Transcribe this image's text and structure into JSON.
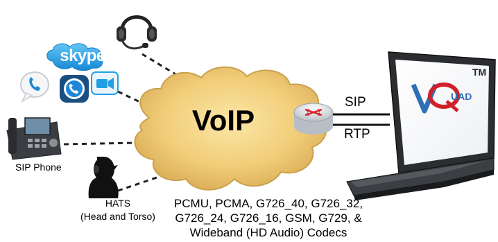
{
  "cloud": {
    "label": "VoIP"
  },
  "skype": {
    "logo_text": "skype"
  },
  "sip_phone": {
    "label": "SIP Phone"
  },
  "hats": {
    "label": "HATS",
    "sublabel": "(Head and Torso)"
  },
  "links": {
    "sip": "SIP",
    "rtp": "RTP"
  },
  "laptop": {
    "brand_tm": "TM"
  },
  "codecs": {
    "line1": "PCMU, PCMA, G726_40, G726_32,",
    "line2": "G726_24, G726_16, GSM, G729, &",
    "line3": "Wideband (HD Audio) Codecs"
  },
  "icons": [
    "headset-icon",
    "skype-logo",
    "chat-icon",
    "skype-call-icon",
    "video-icon",
    "sip-phone-icon",
    "hats-head-icon",
    "router-icon",
    "laptop-icon",
    "vquad-logo"
  ],
  "colors": {
    "cloud_fill": "#f1cd78",
    "cloud_edge": "#c9a14c",
    "skype_blue": "#1fa0e4",
    "router_arrows": "#d8262e",
    "vquad_blue": "#2e6fb5",
    "vquad_red": "#d0202a"
  }
}
